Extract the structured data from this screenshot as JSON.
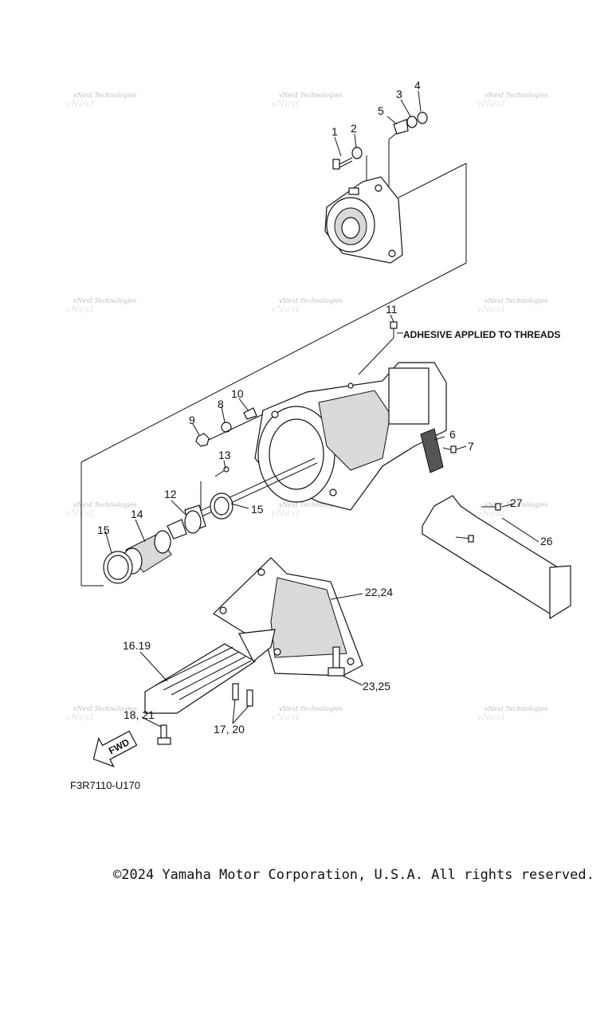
{
  "diagram": {
    "labels": {
      "l1": "1",
      "l2": "2",
      "l3": "3",
      "l4": "4",
      "l5": "5",
      "l6": "6",
      "l7": "7",
      "l8": "8",
      "l9": "9",
      "l10": "10",
      "l11": "11",
      "l12": "12",
      "l13": "13",
      "l14": "14",
      "l15a": "15",
      "l15b": "15",
      "l1619": "16.19",
      "l1720": "17, 20",
      "l1821": "18, 21",
      "l2224": "22,24",
      "l2325": "23,25",
      "l26": "26",
      "l27": "27"
    },
    "note": "ADHESIVE APPLIED TO THREADS",
    "fwd": "FWD",
    "code": "F3R7110-U170",
    "watermark": "vNext Technologies"
  },
  "footer": {
    "copyright": "©2024 Yamaha Motor Corporation, U.S.A. All rights reserved."
  }
}
